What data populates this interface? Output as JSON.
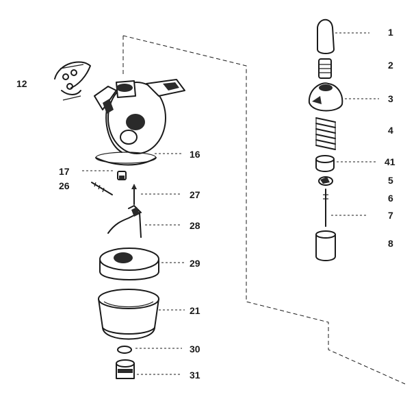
{
  "diagram": {
    "callouts": [
      {
        "id": "1",
        "text": "1"
      },
      {
        "id": "2",
        "text": "2"
      },
      {
        "id": "3",
        "text": "3"
      },
      {
        "id": "4",
        "text": "4"
      },
      {
        "id": "41",
        "text": "41"
      },
      {
        "id": "5",
        "text": "5"
      },
      {
        "id": "6",
        "text": "6"
      },
      {
        "id": "7",
        "text": "7"
      },
      {
        "id": "8",
        "text": "8"
      },
      {
        "id": "12",
        "text": "12"
      },
      {
        "id": "16",
        "text": "16"
      },
      {
        "id": "17",
        "text": "17"
      },
      {
        "id": "26",
        "text": "26"
      },
      {
        "id": "27",
        "text": "27"
      },
      {
        "id": "28",
        "text": "28"
      },
      {
        "id": "29",
        "text": "29"
      },
      {
        "id": "21",
        "text": "21"
      },
      {
        "id": "30",
        "text": "30"
      },
      {
        "id": "31",
        "text": "31"
      }
    ]
  }
}
